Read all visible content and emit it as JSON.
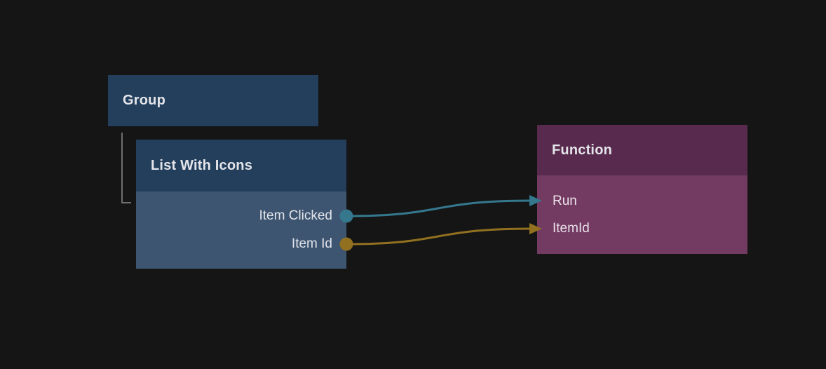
{
  "palette": {
    "background": "#151516",
    "blue_node_header": "#233f5c",
    "blue_node_body": "#3e5571",
    "purple_node_header": "#582a4d",
    "purple_node_body": "#733b62",
    "signal_teal": "#35788e",
    "value_gold": "#91701f",
    "group_connector_gray": "#6e6e6e",
    "text": "#e4e5ea"
  },
  "nodes": {
    "group": {
      "title": "Group"
    },
    "list_with_icons": {
      "title": "List With Icons",
      "outputs": [
        {
          "label": "Item Clicked",
          "port_color": "#35788e"
        },
        {
          "label": "Item Id",
          "port_color": "#91701f"
        }
      ]
    },
    "function": {
      "title": "Function",
      "inputs": [
        {
          "label": "Run",
          "port_color": "#35788e"
        },
        {
          "label": "ItemId",
          "port_color": "#91701f"
        }
      ]
    }
  },
  "connections": [
    {
      "from_node": "List With Icons",
      "from_port": "Item Clicked",
      "to_node": "Function",
      "to_port": "Run",
      "color": "#35788e"
    },
    {
      "from_node": "List With Icons",
      "from_port": "Item Id",
      "to_node": "Function",
      "to_port": "ItemId",
      "color": "#91701f"
    }
  ]
}
